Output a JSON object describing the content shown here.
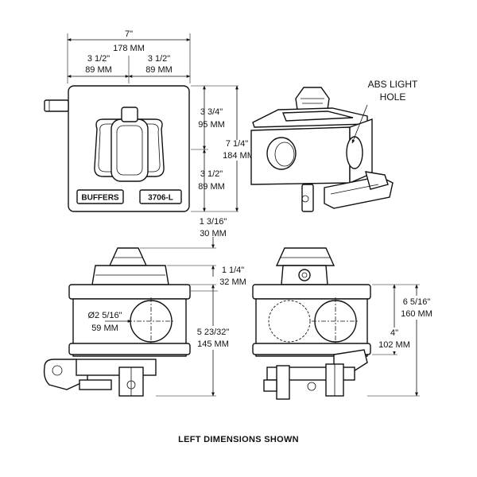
{
  "dimensions": {
    "overall_width": {
      "imperial": "7\"",
      "metric": "178 MM"
    },
    "half_width_left": {
      "imperial": "3 1/2\"",
      "metric": "89 MM"
    },
    "half_width_right": {
      "imperial": "3 1/2\"",
      "metric": "89 MM"
    },
    "upper_height": {
      "imperial": "3 3/4\"",
      "metric": "95 MM"
    },
    "total_height": {
      "imperial": "7 1/4\"",
      "metric": "184 MM"
    },
    "lower_height": {
      "imperial": "3 1/2\"",
      "metric": "89 MM"
    },
    "top_knob": {
      "imperial": "1 3/16\"",
      "metric": "30 MM"
    },
    "upper_step": {
      "imperial": "1 1/4\"",
      "metric": "32 MM"
    },
    "hole_diameter": {
      "imperial": "Ø2 5/16\"",
      "metric": "59 MM"
    },
    "front_height": {
      "imperial": "5 23/32\"",
      "metric": "145 MM"
    },
    "side_total": {
      "imperial": "6 5/16\"",
      "metric": "160 MM"
    },
    "side_body": {
      "imperial": "4\"",
      "metric": "102 MM"
    }
  },
  "labels": {
    "abs_light": "ABS LIGHT",
    "hole": "HOLE",
    "plate_left": "BUFFERS",
    "plate_right": "3706-L"
  },
  "caption": "LEFT DIMENSIONS SHOWN"
}
